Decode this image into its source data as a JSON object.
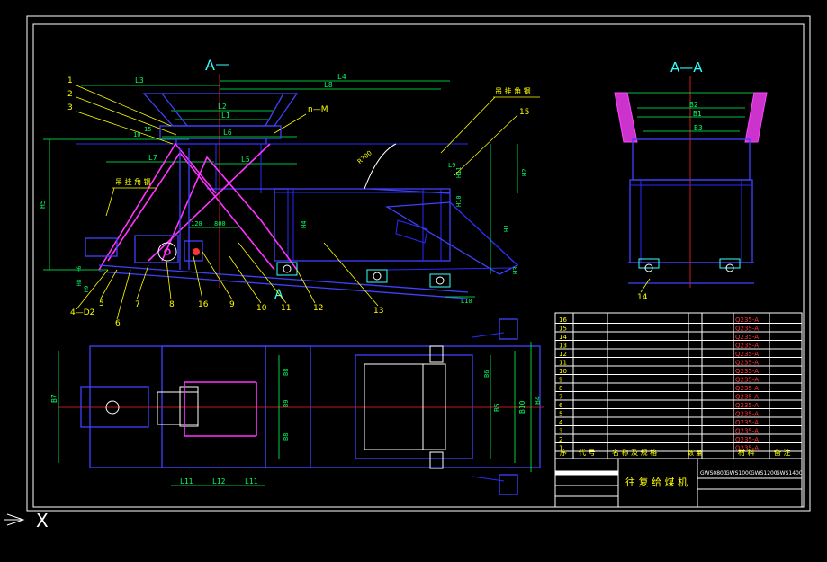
{
  "drawing": {
    "section_label_left": "A",
    "section_label_bottom": "A",
    "section_view_title": "A—A",
    "hoist_note_top": "吊 挂 角 钢",
    "hoist_note_left": "吊 挂 角 钢",
    "n_m_label": "n—M",
    "r_label": "R700",
    "cmd_cursor": "X"
  },
  "part_callouts": [
    "1",
    "2",
    "3",
    "4—D2",
    "5",
    "6",
    "7",
    "8",
    "9",
    "10",
    "11",
    "12",
    "13",
    "14",
    "15",
    "16"
  ],
  "dimensions_side": [
    "L3",
    "L4",
    "L8",
    "L2",
    "L1",
    "L6",
    "L7",
    "L5",
    "L9",
    "L10",
    "H5",
    "H4",
    "H2",
    "H11",
    "H10",
    "H1",
    "H3",
    "H6",
    "H8",
    "H9",
    "120",
    "800",
    "10",
    "15"
  ],
  "dimensions_section": [
    "B2",
    "B1",
    "B3"
  ],
  "dimensions_plan": [
    "B7",
    "B8",
    "B9",
    "B8",
    "B6",
    "B5",
    "B10",
    "B4",
    "L11",
    "L12",
    "L11"
  ],
  "title_block": {
    "drawing_name": "往 复 给 煤 机",
    "header_seq": "序",
    "header_code": "代 号",
    "header_name": "名 称 及 规 格",
    "header_qty": "数 量",
    "header_material": "材 料",
    "header_note": "备 注",
    "codes": [
      "GWS0800",
      "GWS1000",
      "GWS1200",
      "GWS1400"
    ],
    "material_rows": [
      "Q235-A",
      "Q235-A",
      "Q235-A",
      "Q235-A",
      "Q235-A",
      "Q235-A",
      "Q235-A",
      "Q235-A",
      "Q235-A",
      "Q235-A",
      "Q235-A",
      "Q235-A",
      "Q235-A",
      "Q235-A",
      "Q235-A",
      "Q235-A"
    ]
  },
  "colors": {
    "background": "#000000",
    "frame": "#ffffff",
    "outline": "#3a3aff",
    "dimension": "#00ff55",
    "highlight": "#ff33ff",
    "centerline": "#ff2222",
    "text": "#ffff00"
  }
}
